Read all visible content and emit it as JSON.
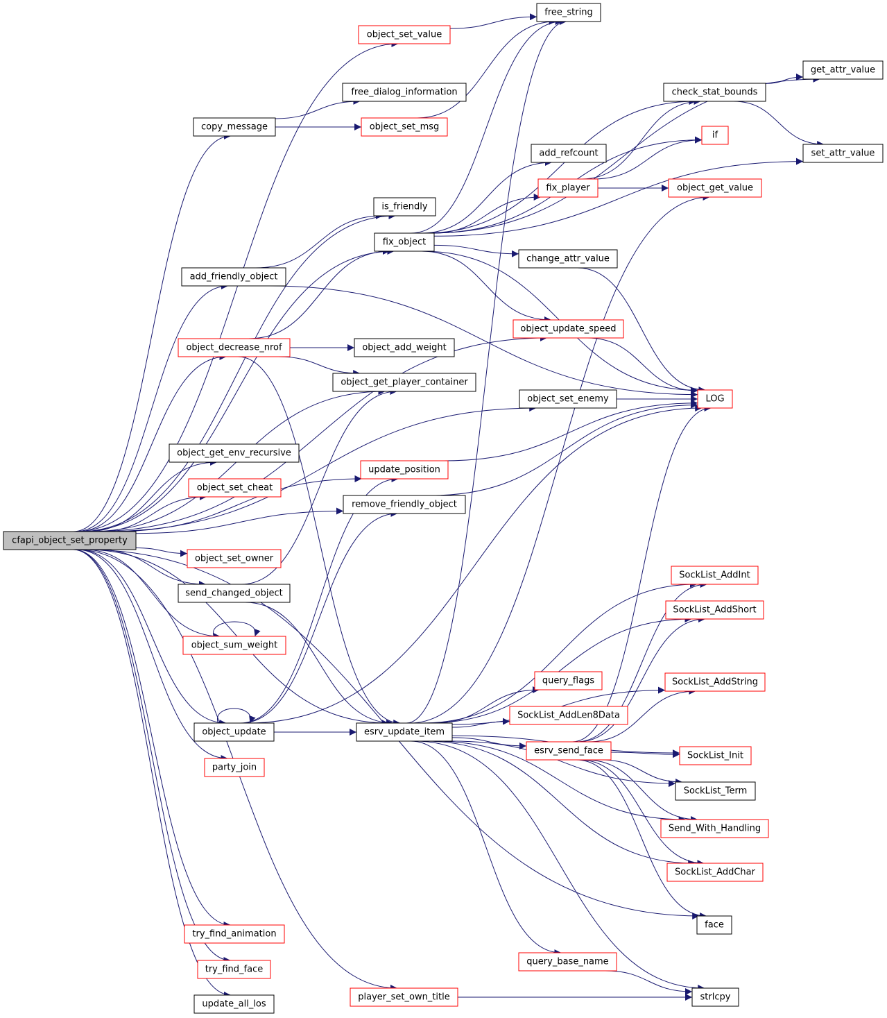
{
  "colors": {
    "edge": "#191970",
    "root_fill": "#bfbfbf",
    "red_border": "#ff0000",
    "black_border": "#000000"
  },
  "nodes": {
    "cfapi_object_set_property": {
      "label": "cfapi_object_set_property",
      "style": "root"
    },
    "object_set_value": {
      "label": "object_set_value",
      "style": "red"
    },
    "free_string": {
      "label": "free_string",
      "style": "black"
    },
    "copy_message": {
      "label": "copy_message",
      "style": "black"
    },
    "free_dialog_information": {
      "label": "free_dialog_information",
      "style": "black"
    },
    "object_set_msg": {
      "label": "object_set_msg",
      "style": "red"
    },
    "is_friendly": {
      "label": "is_friendly",
      "style": "black"
    },
    "fix_object": {
      "label": "fix_object",
      "style": "black"
    },
    "add_friendly_object": {
      "label": "add_friendly_object",
      "style": "black"
    },
    "object_decrease_nrof": {
      "label": "object_decrease_nrof",
      "style": "red"
    },
    "object_add_weight": {
      "label": "object_add_weight",
      "style": "black"
    },
    "object_get_player_container": {
      "label": "object_get_player_container",
      "style": "black"
    },
    "object_get_env_recursive": {
      "label": "object_get_env_recursive",
      "style": "black"
    },
    "object_set_cheat": {
      "label": "object_set_cheat",
      "style": "red"
    },
    "update_position": {
      "label": "update_position",
      "style": "red"
    },
    "remove_friendly_object": {
      "label": "remove_friendly_object",
      "style": "black"
    },
    "object_set_owner": {
      "label": "object_set_owner",
      "style": "red"
    },
    "send_changed_object": {
      "label": "send_changed_object",
      "style": "black"
    },
    "object_sum_weight": {
      "label": "object_sum_weight",
      "style": "red"
    },
    "object_update": {
      "label": "object_update",
      "style": "black"
    },
    "esrv_update_item": {
      "label": "esrv_update_item",
      "style": "black"
    },
    "party_join": {
      "label": "party_join",
      "style": "red"
    },
    "try_find_animation": {
      "label": "try_find_animation",
      "style": "red"
    },
    "try_find_face": {
      "label": "try_find_face",
      "style": "red"
    },
    "update_all_los": {
      "label": "update_all_los",
      "style": "black"
    },
    "player_set_own_title": {
      "label": "player_set_own_title",
      "style": "red"
    },
    "get_attr_value": {
      "label": "get_attr_value",
      "style": "black"
    },
    "check_stat_bounds": {
      "label": "check_stat_bounds",
      "style": "black"
    },
    "if": {
      "label": "if",
      "style": "red"
    },
    "set_attr_value": {
      "label": "set_attr_value",
      "style": "black"
    },
    "add_refcount": {
      "label": "add_refcount",
      "style": "black"
    },
    "fix_player": {
      "label": "fix_player",
      "style": "red"
    },
    "object_get_value": {
      "label": "object_get_value",
      "style": "red"
    },
    "change_attr_value": {
      "label": "change_attr_value",
      "style": "black"
    },
    "object_update_speed": {
      "label": "object_update_speed",
      "style": "red"
    },
    "object_set_enemy": {
      "label": "object_set_enemy",
      "style": "black"
    },
    "LOG": {
      "label": "LOG",
      "style": "red"
    },
    "SockList_AddInt": {
      "label": "SockList_AddInt",
      "style": "red"
    },
    "SockList_AddShort": {
      "label": "SockList_AddShort",
      "style": "red"
    },
    "query_flags": {
      "label": "query_flags",
      "style": "red"
    },
    "SockList_AddString": {
      "label": "SockList_AddString",
      "style": "red"
    },
    "SockList_AddLen8Data": {
      "label": "SockList_AddLen8Data",
      "style": "red"
    },
    "esrv_send_face": {
      "label": "esrv_send_face",
      "style": "red"
    },
    "SockList_Init": {
      "label": "SockList_Init",
      "style": "red"
    },
    "SockList_Term": {
      "label": "SockList_Term",
      "style": "black"
    },
    "Send_With_Handling": {
      "label": "Send_With_Handling",
      "style": "red"
    },
    "SockList_AddChar": {
      "label": "SockList_AddChar",
      "style": "red"
    },
    "face": {
      "label": "face",
      "style": "black"
    },
    "query_base_name": {
      "label": "query_base_name",
      "style": "red"
    },
    "strlcpy": {
      "label": "strlcpy",
      "style": "black"
    }
  },
  "edges": [
    [
      "cfapi_object_set_property",
      "object_set_value"
    ],
    [
      "cfapi_object_set_property",
      "copy_message"
    ],
    [
      "cfapi_object_set_property",
      "is_friendly"
    ],
    [
      "cfapi_object_set_property",
      "fix_object"
    ],
    [
      "cfapi_object_set_property",
      "add_friendly_object"
    ],
    [
      "cfapi_object_set_property",
      "object_update_speed"
    ],
    [
      "cfapi_object_set_property",
      "object_decrease_nrof"
    ],
    [
      "cfapi_object_set_property",
      "object_get_player_container"
    ],
    [
      "cfapi_object_set_property",
      "object_set_enemy"
    ],
    [
      "cfapi_object_set_property",
      "object_get_env_recursive"
    ],
    [
      "cfapi_object_set_property",
      "update_position"
    ],
    [
      "cfapi_object_set_property",
      "object_set_cheat"
    ],
    [
      "cfapi_object_set_property",
      "remove_friendly_object"
    ],
    [
      "cfapi_object_set_property",
      "object_set_owner"
    ],
    [
      "cfapi_object_set_property",
      "send_changed_object"
    ],
    [
      "cfapi_object_set_property",
      "object_sum_weight"
    ],
    [
      "cfapi_object_set_property",
      "object_update"
    ],
    [
      "cfapi_object_set_property",
      "esrv_update_item"
    ],
    [
      "cfapi_object_set_property",
      "party_join"
    ],
    [
      "cfapi_object_set_property",
      "face"
    ],
    [
      "cfapi_object_set_property",
      "try_find_animation"
    ],
    [
      "cfapi_object_set_property",
      "try_find_face"
    ],
    [
      "cfapi_object_set_property",
      "update_all_los"
    ],
    [
      "cfapi_object_set_property",
      "player_set_own_title"
    ],
    [
      "object_set_value",
      "free_string"
    ],
    [
      "copy_message",
      "free_dialog_information"
    ],
    [
      "copy_message",
      "object_set_msg"
    ],
    [
      "object_set_msg",
      "free_string"
    ],
    [
      "add_friendly_object",
      "is_friendly"
    ],
    [
      "add_friendly_object",
      "LOG"
    ],
    [
      "fix_object",
      "free_string"
    ],
    [
      "fix_object",
      "get_attr_value"
    ],
    [
      "fix_object",
      "check_stat_bounds"
    ],
    [
      "fix_object",
      "if"
    ],
    [
      "fix_object",
      "add_refcount"
    ],
    [
      "fix_object",
      "fix_player"
    ],
    [
      "fix_object",
      "set_attr_value"
    ],
    [
      "fix_object",
      "change_attr_value"
    ],
    [
      "fix_object",
      "object_update_speed"
    ],
    [
      "fix_object",
      "LOG"
    ],
    [
      "check_stat_bounds",
      "get_attr_value"
    ],
    [
      "check_stat_bounds",
      "set_attr_value"
    ],
    [
      "fix_player",
      "check_stat_bounds"
    ],
    [
      "fix_player",
      "if"
    ],
    [
      "fix_player",
      "object_get_value"
    ],
    [
      "change_attr_value",
      "LOG"
    ],
    [
      "object_update_speed",
      "LOG"
    ],
    [
      "object_decrease_nrof",
      "fix_object"
    ],
    [
      "object_decrease_nrof",
      "object_add_weight"
    ],
    [
      "object_decrease_nrof",
      "object_get_player_container"
    ],
    [
      "object_decrease_nrof",
      "esrv_update_item"
    ],
    [
      "object_set_enemy",
      "LOG"
    ],
    [
      "update_position",
      "LOG"
    ],
    [
      "remove_friendly_object",
      "LOG"
    ],
    [
      "send_changed_object",
      "object_get_player_container"
    ],
    [
      "send_changed_object",
      "esrv_update_item"
    ],
    [
      "object_sum_weight",
      "object_sum_weight"
    ],
    [
      "object_update",
      "object_update"
    ],
    [
      "object_update",
      "update_position"
    ],
    [
      "object_update",
      "remove_friendly_object"
    ],
    [
      "object_update",
      "LOG"
    ],
    [
      "object_update",
      "esrv_update_item"
    ],
    [
      "esrv_update_item",
      "object_get_value"
    ],
    [
      "esrv_update_item",
      "free_string"
    ],
    [
      "esrv_update_item",
      "SockList_AddInt"
    ],
    [
      "esrv_update_item",
      "SockList_AddShort"
    ],
    [
      "esrv_update_item",
      "query_flags"
    ],
    [
      "esrv_update_item",
      "SockList_AddString"
    ],
    [
      "esrv_update_item",
      "SockList_AddLen8Data"
    ],
    [
      "esrv_update_item",
      "esrv_send_face"
    ],
    [
      "esrv_update_item",
      "SockList_Init"
    ],
    [
      "esrv_update_item",
      "SockList_Term"
    ],
    [
      "esrv_update_item",
      "Send_With_Handling"
    ],
    [
      "esrv_update_item",
      "SockList_AddChar"
    ],
    [
      "esrv_update_item",
      "query_base_name"
    ],
    [
      "esrv_update_item",
      "strlcpy"
    ],
    [
      "esrv_send_face",
      "LOG"
    ],
    [
      "esrv_send_face",
      "SockList_AddInt"
    ],
    [
      "esrv_send_face",
      "SockList_AddShort"
    ],
    [
      "esrv_send_face",
      "SockList_AddString"
    ],
    [
      "esrv_send_face",
      "SockList_Init"
    ],
    [
      "esrv_send_face",
      "SockList_Term"
    ],
    [
      "esrv_send_face",
      "Send_With_Handling"
    ],
    [
      "esrv_send_face",
      "SockList_AddChar"
    ],
    [
      "esrv_send_face",
      "face"
    ],
    [
      "query_base_name",
      "strlcpy"
    ],
    [
      "player_set_own_title",
      "strlcpy"
    ]
  ]
}
